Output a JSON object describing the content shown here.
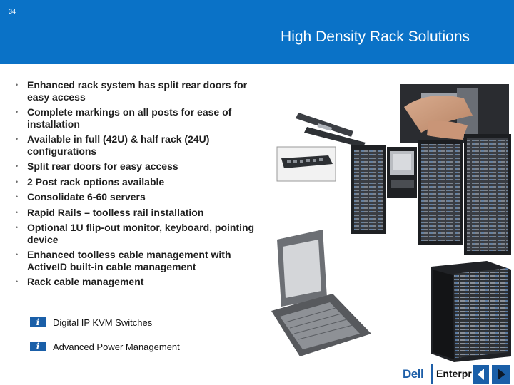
{
  "slide": {
    "page_number": "34",
    "title": "High Density Rack Solutions"
  },
  "bullets": [
    "Enhanced rack system has split rear doors for easy access",
    "Complete markings on all posts for ease of installation",
    "Available in full (42U) & half rack (24U) configurations",
    "Split rear doors for easy access",
    "2 Post rack options available",
    "Consolidate 6-60 servers",
    "Rapid Rails – toolless rail installation",
    "Optional 1U flip-out monitor, keyboard, pointing device",
    "Enhanced toolless cable management with ActiveID built-in cable management",
    "Rack cable management"
  ],
  "sub_items": [
    {
      "label": "Digital IP KVM Switches",
      "icon": "info-icon"
    },
    {
      "label": "Advanced Power Management",
      "icon": "info-icon"
    }
  ],
  "footer": {
    "logo": "Dell",
    "text": "Enterpr"
  },
  "icons": {
    "nav_prev": "arrow-left-icon",
    "nav_next": "arrow-right-icon"
  },
  "colors": {
    "header_bg": "#0a72c7",
    "brand_blue": "#1e5fa8"
  }
}
